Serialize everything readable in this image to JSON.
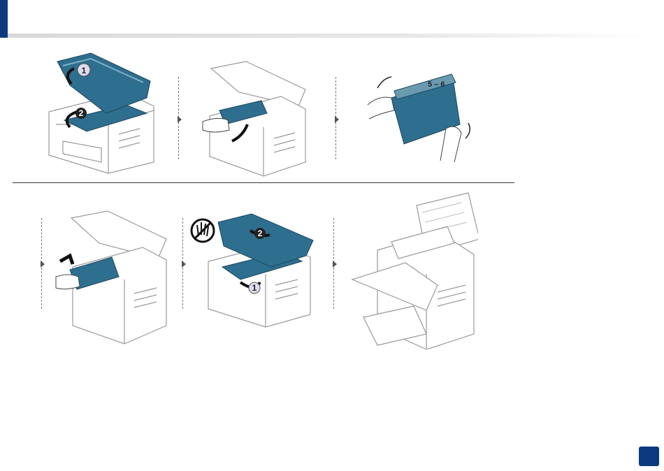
{
  "steps": [
    {
      "id": "open-cover",
      "callout_1": "1",
      "callout_2": "2"
    },
    {
      "id": "remove-cartridge"
    },
    {
      "id": "shake-cartridge",
      "shake_count": "5 – 6"
    },
    {
      "id": "insert-cartridge"
    },
    {
      "id": "close-cover",
      "callout_1": "1",
      "callout_2": "2",
      "warning_icon": "no-touch-icon"
    },
    {
      "id": "printer-ready"
    }
  ],
  "colors": {
    "accent": "#0b3a80",
    "toner": "#2e6e8e",
    "outline": "#9a9a9a"
  }
}
